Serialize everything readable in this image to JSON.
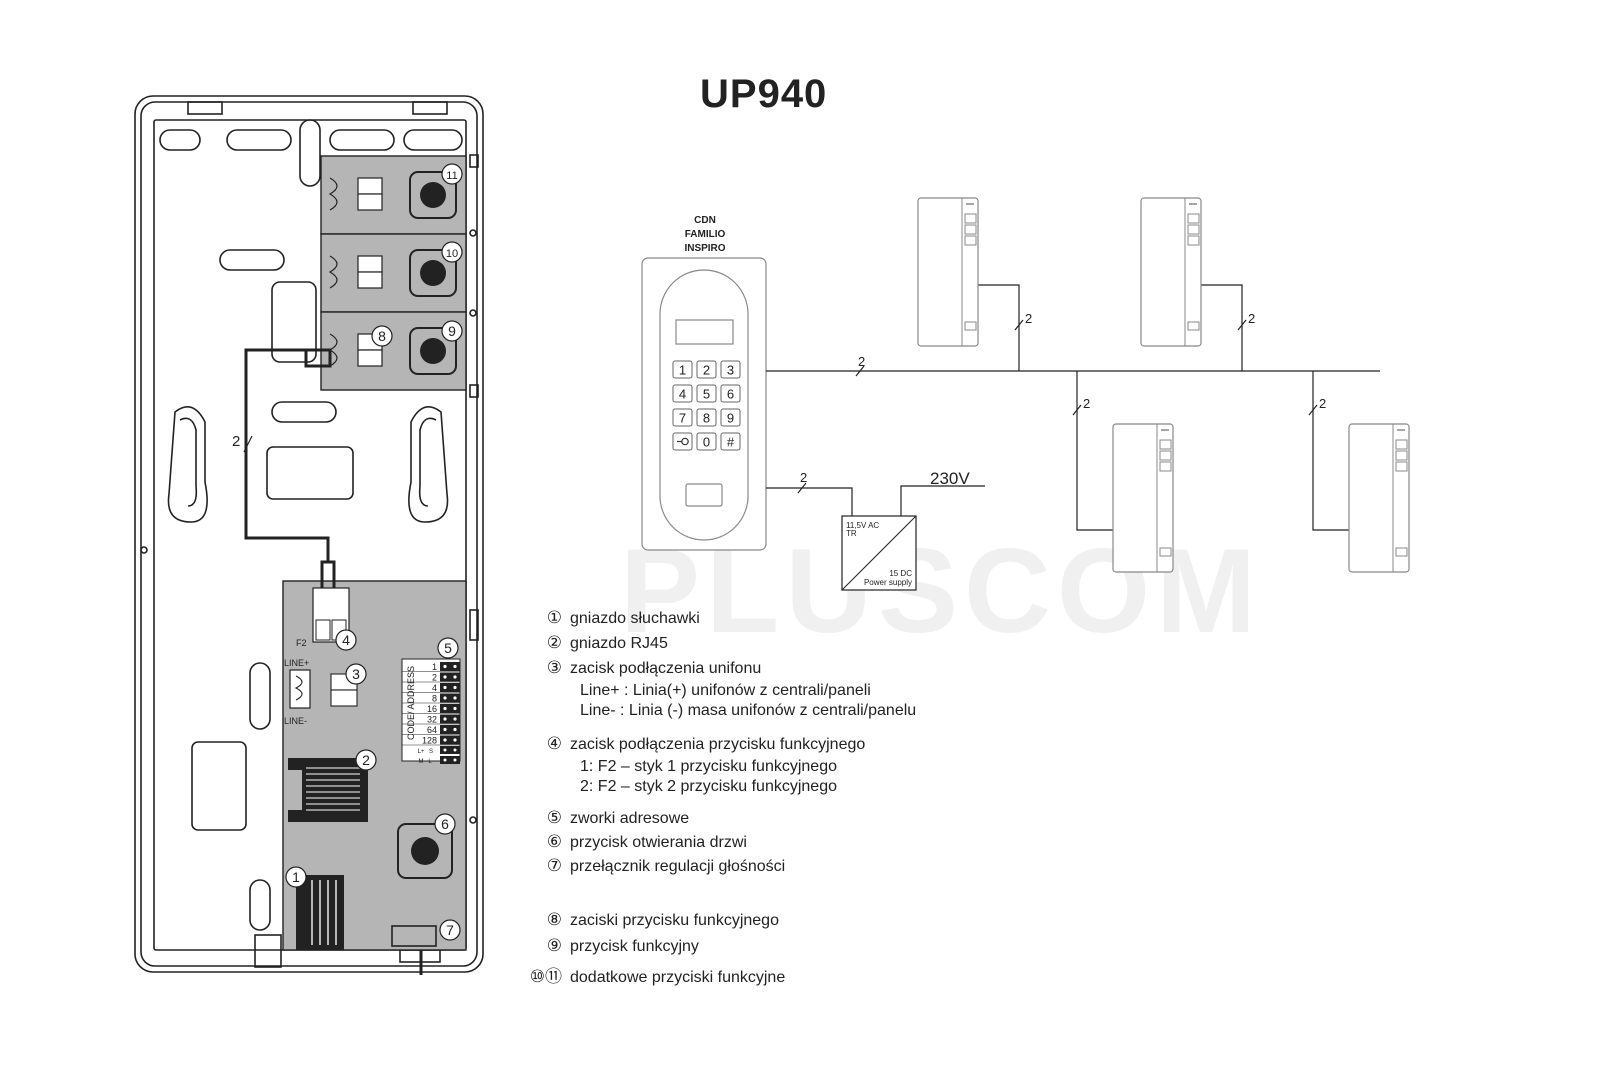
{
  "title": "UP940",
  "watermark": "PLUSCOM",
  "panel": {
    "name_lines": [
      "CDN",
      "FAMILIO",
      "INSPIRO"
    ],
    "keys": [
      "1",
      "2",
      "3",
      "4",
      "5",
      "6",
      "7",
      "8",
      "9",
      "key-icon",
      "0",
      "#"
    ]
  },
  "wire_count_label": "2",
  "power_supply": {
    "mains": "230V",
    "input_label": "11,5V AC",
    "input_sub": "TR",
    "output_label": "15 DC",
    "name": "Power supply"
  },
  "board": {
    "f2_label": "F2",
    "line_plus": "LINE+",
    "line_minus": "LINE-",
    "address_header": "CODE/ ADDRESS",
    "address_values": [
      "1",
      "2",
      "4",
      "8",
      "16",
      "32",
      "64",
      "128"
    ],
    "mode_labels": [
      "L+",
      "S",
      "M",
      "L-"
    ],
    "callouts": [
      "1",
      "2",
      "3",
      "4",
      "5",
      "6",
      "7",
      "8",
      "9",
      "10",
      "11"
    ]
  },
  "legend": [
    {
      "num": "①",
      "text": "gniazdo słuchawki"
    },
    {
      "num": "②",
      "text": "gniazdo RJ45"
    },
    {
      "num": "③",
      "text": "zacisk podłączenia unifonu",
      "sub": [
        "Line+ : Linia(+) unifonów z centrali/paneli",
        "Line-  : Linia (-) masa unifonów z centrali/panelu"
      ]
    },
    {
      "num": "④",
      "text": "zacisk podłączenia przycisku funkcyjnego",
      "sub": [
        "1: F2 – styk 1 przycisku funkcyjnego",
        "2: F2 – styk 2 przycisku funkcyjnego"
      ]
    },
    {
      "num": "⑤",
      "text": "zworki adresowe"
    },
    {
      "num": "⑥",
      "text": "przycisk otwierania drzwi"
    },
    {
      "num": "⑦",
      "text": "przełącznik regulacji głośności"
    },
    {
      "num": "⑧",
      "text": "zaciski przycisku funkcyjnego"
    },
    {
      "num": "⑨",
      "text": "przycisk funkcyjny"
    },
    {
      "num": "⑩⑪",
      "text": "dodatkowe przyciski funkcyjne"
    }
  ],
  "colors": {
    "line": "#222222",
    "board": "#b5b5b5",
    "panel_stroke": "#888888"
  }
}
